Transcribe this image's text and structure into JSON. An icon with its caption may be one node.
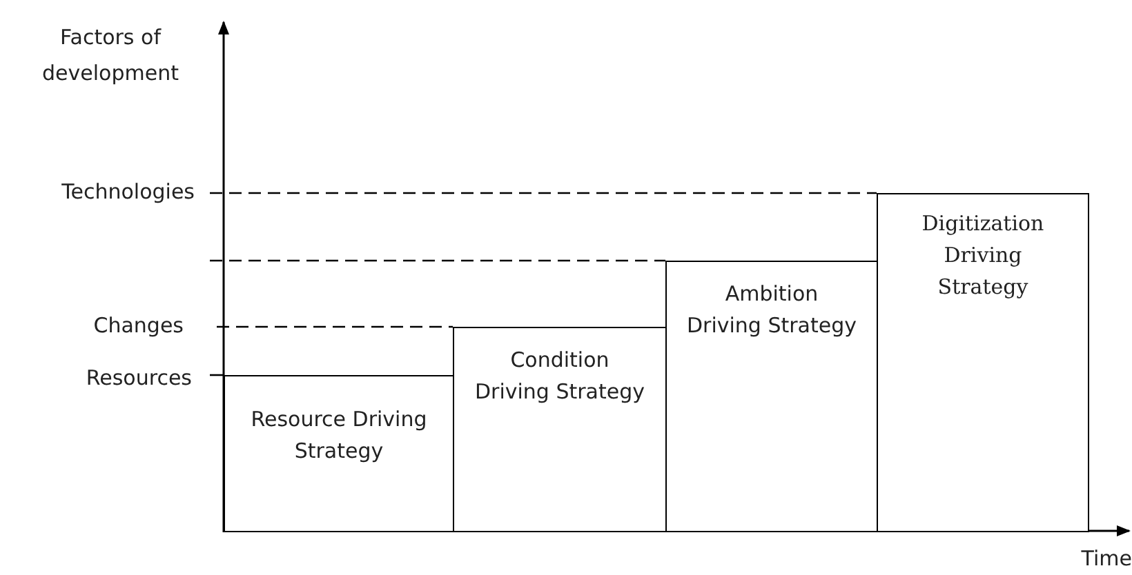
{
  "diagram": {
    "nodes": [
      {
        "text": [
          "Resource Driving Strategy"
        ]
      },
      {
        "text": [
          "Condition Driving Strategy"
        ]
      },
      {
        "text": [
          "Ambition Driving Strategy"
        ]
      },
      {
        "text": [
          "Digitization Driving Strategy"
        ]
      }
    ],
    "labels": [
      "Factors of development",
      "Technologies",
      "Changes",
      "Resources",
      "Time"
    ]
  }
}
